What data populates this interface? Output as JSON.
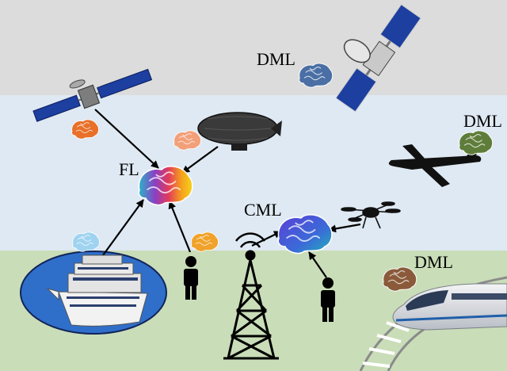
{
  "labels": {
    "dml_space": "DML",
    "dml_air": "DML",
    "fl": "FL",
    "cml": "CML",
    "dml_ground": "DML"
  },
  "colors": {
    "space_band": "#dcdcdc",
    "air_band": "#dfe9f3",
    "ground_band": "#c9ddb8",
    "water": "#2f6fc9",
    "arrow": "#000000"
  }
}
